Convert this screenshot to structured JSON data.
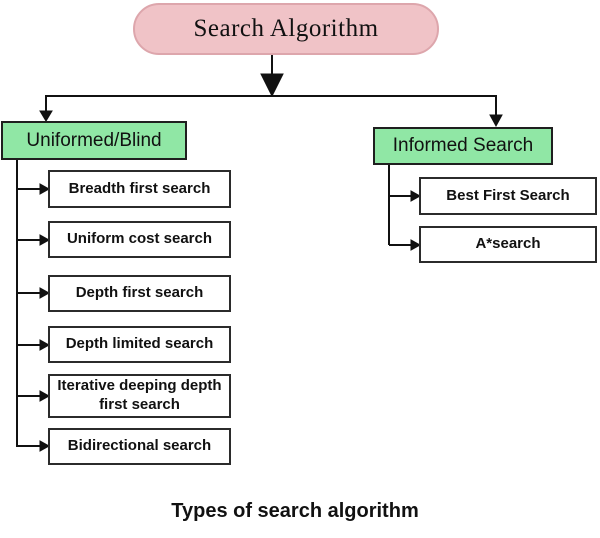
{
  "diagram": {
    "root": {
      "label": "Search Algorithm"
    },
    "branches": [
      {
        "label": "Uniformed/Blind",
        "children": [
          "Breadth first search",
          "Uniform cost search",
          "Depth first search",
          "Depth limited search",
          "Iterative deeping depth first search",
          "Bidirectional search"
        ]
      },
      {
        "label": "Informed Search",
        "children": [
          "Best First Search",
          "A*search"
        ]
      }
    ],
    "caption": "Types of search algorithm",
    "colors": {
      "root_fill": "#f0c3c7",
      "root_border": "#dda6ac",
      "branch_fill": "#90e7a5",
      "branch_border": "#1f1f1f",
      "leaf_fill": "#ffffff",
      "leaf_border": "#2b2b2b",
      "connector": "#111111",
      "text": "#111111",
      "background": "#ffffff"
    },
    "icons": [
      "arrow-down-icon",
      "arrow-right-icon"
    ]
  }
}
